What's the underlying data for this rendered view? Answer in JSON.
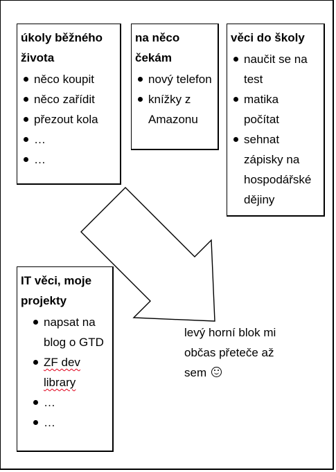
{
  "boxes": {
    "daily": {
      "heading": "úkoly běžného života",
      "items": [
        "něco koupit",
        "něco zařídit",
        "přezout kola",
        "…",
        "…"
      ]
    },
    "waiting": {
      "heading": "na něco čekám",
      "items": [
        "nový telefon",
        "knížky z Amazonu"
      ]
    },
    "school": {
      "heading": "věci do školy",
      "items": [
        "naučit se na test",
        "matika počítat",
        "sehnat zápisky na hospodářské dějiny"
      ]
    },
    "it": {
      "heading": "IT věci, moje projekty",
      "items": [
        "napsat na blog o GTD",
        "ZF dev library",
        "…",
        "…"
      ]
    }
  },
  "note": {
    "text": "levý horní blok mi občas přeteče až sem"
  },
  "icons": {
    "arrow": "hollow-arrow-down-right",
    "smiley": "smiley-face-icon"
  }
}
